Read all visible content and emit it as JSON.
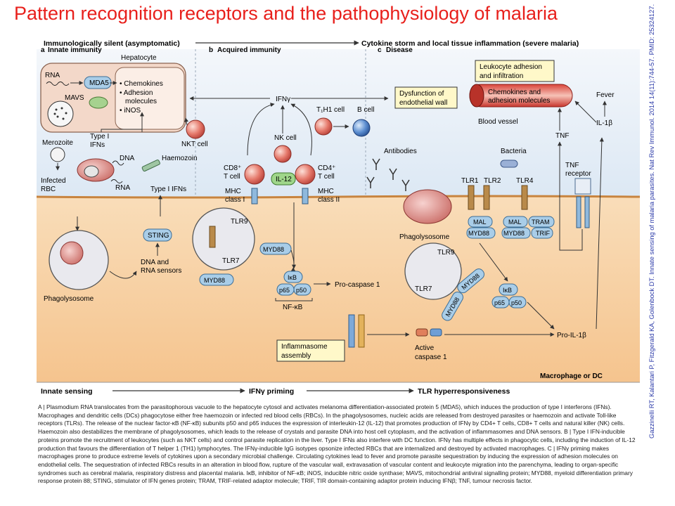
{
  "slide_title": "Pattern recognition receptors and the pathophysiology of malaria",
  "top_axis": {
    "left": "Immunologically silent (asymptomatic)",
    "right": "Cytokine storm and local tissue inflammation (severe malaria)"
  },
  "bottom_axis": {
    "left": "Innate sensing",
    "middle": "IFNγ priming",
    "right": "TLR hyperresponsiveness"
  },
  "sections": {
    "a_letter": "a",
    "a_title": "Innate immunity",
    "b_letter": "b",
    "b_title": "Acquired immunity",
    "c_letter": "c",
    "c_title": "Disease"
  },
  "labels": {
    "hepatocyte": "Hepatocyte",
    "rna_top": "RNA",
    "mda5": "MDA5",
    "mavs": "MAVS",
    "chemokines": "• Chemokines",
    "adhesion1": "• Adhesion",
    "adhesion2": "molecules",
    "inos": "• iNOS",
    "type1_ifns_a": "Type I",
    "type1_ifns_b": "IFNs",
    "nkt_cell": "NKT cell",
    "merozoite": "Merozoite",
    "dna": "DNA",
    "haemozoin": "Haemozoin",
    "infected_rbc_a": "Infected",
    "infected_rbc_b": "RBC",
    "rna_rbc": "RNA",
    "type1_ifns_c": "Type I IFNs",
    "sting": "STING",
    "dna_rna_sensors_a": "DNA and",
    "dna_rna_sensors_b": "RNA sensors",
    "phagolysosome": "Phagolysosome",
    "ifng": "IFNγ",
    "th1_cell": "T₁H1 cell",
    "b_cell": "B cell",
    "nk_cell": "NK cell",
    "cd8_a": "CD8⁺",
    "cd8_b": "T cell",
    "il12": "IL-12",
    "cd4_a": "CD4⁺",
    "cd4_b": "T cell",
    "mhc1_a": "MHC",
    "mhc1_b": "class I",
    "mhc2_a": "MHC",
    "mhc2_b": "class II",
    "tlr9": "TLR9",
    "tlr7": "TLR7",
    "myd88": "MYD88",
    "ikb": "IκB",
    "p65": "p65",
    "p50": "p50",
    "nfkb": "NF-κB",
    "pro_caspase1": "Pro-caspase 1",
    "inflammasome_a": "Inflammasome",
    "inflammasome_b": "assembly",
    "active_caspase_a": "Active",
    "active_caspase_b": "caspase 1",
    "dysfunction_a": "Dysfunction of",
    "dysfunction_b": "endothelial wall",
    "leukocyte_a": "Leukocyte adhesion",
    "leukocyte_b": "and infiltration",
    "chemo_adh_a": "Chemokines and",
    "chemo_adh_b": "adhesion molecules",
    "blood_vessel": "Blood vessel",
    "fever": "Fever",
    "il1b": "IL-1β",
    "antibodies": "Antibodies",
    "bacteria": "Bacteria",
    "tlr1": "TLR1",
    "tlr2": "TLR2",
    "tlr4": "TLR4",
    "mal": "MAL",
    "mal2": "MAL",
    "myd88_c1": "MYD88",
    "myd88_c2": "MYD88",
    "tram": "TRAM",
    "trif": "TRIF",
    "tnf": "TNF",
    "tnf_receptor_a": "TNF",
    "tnf_receptor_b": "receptor",
    "phagolysosome_c": "Phagolysosome",
    "tlr9_c": "TLR9",
    "tlr7_c": "TLR7",
    "myd88_c3": "MYD88",
    "myd88_c4": "MYD88",
    "ikb_c": "IκB",
    "p65_c": "p65",
    "p50_c": "p50",
    "pro_il1b": "Pro-IL-1β",
    "macrophage_dc": "Macrophage or DC"
  },
  "caption_paragraphs": [
    "A | Plasmodium RNA translocates from the parasitophorous vacuole to the hepatocyte cytosol and activates melanoma differentiation-associated protein 5 (MDA5), which induces the production of type I interferons (IFNs). Macrophages and dendritic cells (DCs) phagocytose either free haemozoin or infected red blood cells (RBCs). In the phagolysosomes, nucleic acids are released from destroyed parasites or haemozoin and activate Toll-like receptors (TLRs). The release of the nuclear factor-κB (NF-κB) subunits p50 and p65 induces the expression of interleukin-12 (IL-12) that promotes production of IFNγ by CD4+ T cells, CD8+ T cells and natural killer (NK) cells. Haemozoin also destabilizes the membrane of phagolysosomes, which leads to the release of crystals and parasite DNA into host cell cytoplasm, and the activation of inflammasomes and DNA sensors. B | Type I IFN-inducible proteins promote the recruitment of leukocytes (such as NKT cells) and control parasite replication in the liver. Type I IFNs also interfere with DC function. IFNγ has multiple effects in phagocytic cells, including the induction of IL-12 production that favours the differentiation of T helper 1 (TH1) lymphocytes. The IFNγ-inducible IgG isotypes opsonize infected RBCs that are internalized and destroyed by activated macrophages. C | IFNγ priming makes macrophages prone to produce extreme levels of cytokines upon a secondary microbial challenge. Circulating cytokines lead to fever and promote parasite sequestration by inducing the expression of adhesion molecules on endothelial cells. The sequestration of infected RBCs results in an alteration in blood flow, rupture of the vascular wall, extravasation of vascular content and leukocyte migration into the parenchyma, leading to organ-specific syndromes such as cerebral malaria, respiratory distress and placental malaria. IκB, inhibitor of NF-κB; iNOS, inducible nitric oxide synthase; MAVS, mitochondrial antiviral signalling protein; MYD88, myeloid differentiation primary response protein 88; STING, stimulator of IFN genes protein; TRAM, TRIF-related adaptor molecule; TRIF, TIR domain-containing adaptor protein inducing IFNβ; TNF, tumour necrosis factor."
  ],
  "citation": "Gazzinelli RT, Kalantari P, Fitzgerald KA, Golenbock DT. Innate sensing of malaria parasites. Nat Rev Immunol. 2014 14(11):744-57. PMID: 25324127.",
  "colors": {
    "title": "#e8201c",
    "citation": "#2b3aa8",
    "cell_top": "#e6eef7",
    "cell_bottom": "#f8d3a8",
    "protein": "#a9cde8",
    "tcell": "#e5786a"
  }
}
